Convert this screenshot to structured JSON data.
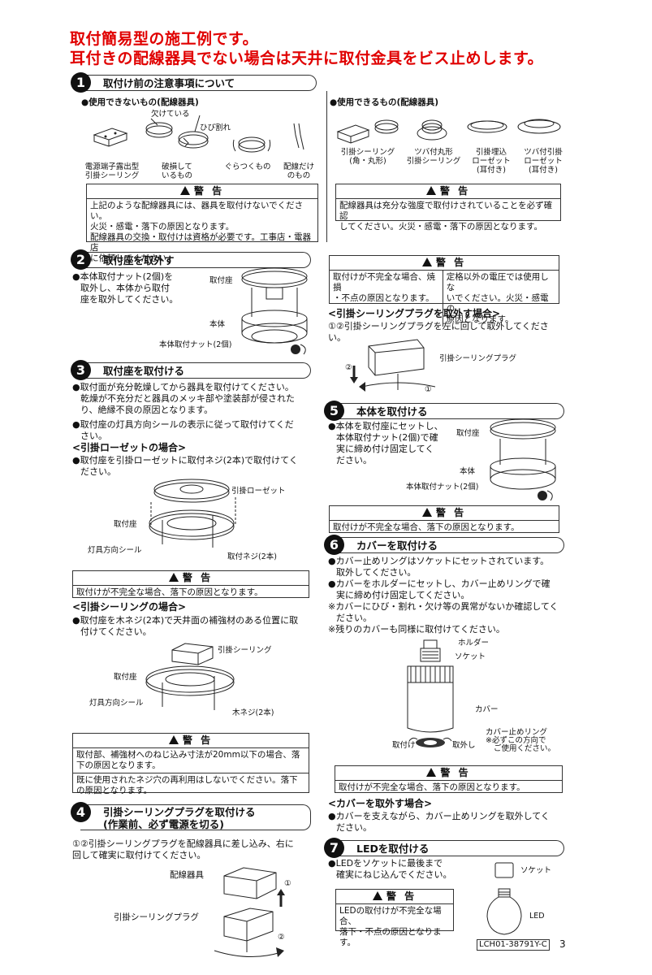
{
  "title": {
    "line1": "取付簡易型の施工例です。",
    "line2": "耳付きの配線器具でない場合は天井に取付金具をビス止めします。"
  },
  "s1": {
    "num": "1",
    "heading": "取付け前の注意事項について",
    "cannot": "●使用できないもの(配線器具)",
    "can": "●使用できるもの(配線器具)",
    "lbl_kake": "欠けている",
    "lbl_hibi": "ひび割れ",
    "cannot_items": [
      [
        "電源端子露出型",
        "引掛シーリング"
      ],
      [
        "破損して",
        "いるもの"
      ],
      [
        "ぐらつくもの"
      ],
      [
        "配線だけ",
        "のもの"
      ]
    ],
    "can_items": [
      [
        "引掛シーリング",
        "(角・丸形)"
      ],
      [
        "ツバ付丸形",
        "引掛シーリング"
      ],
      [
        "引掛埋込",
        "ローゼット",
        "(耳付き)"
      ],
      [
        "ツバ付引掛",
        "ローゼット",
        "(耳付き)"
      ]
    ],
    "warn_title": "警 告",
    "warn_left": [
      "上記のような配線器具には、器具を取付けないでください。",
      "火災・感電・落下の原因となります。",
      "配線器具の交換・取付けは資格が必要です。工事店・電器店",
      "に依頼してください。"
    ],
    "warn_right": [
      "配線器具は充分な強度で取付けされていることを必ず確認",
      "してください。火災・感電・落下の原因となります。"
    ]
  },
  "s2": {
    "num": "2",
    "heading": "取付座を取外す",
    "text": [
      "●本体取付ナット(2個)を",
      "取外し、本体から取付",
      "座を取外してください。"
    ],
    "lbl_za": "取付座",
    "lbl_hontai": "本体",
    "lbl_nut": "本体取付ナット(2個)"
  },
  "warn_r1": {
    "title": "警 告",
    "left": [
      "取付けが不完全な場合、焼損",
      "・不点の原因となります。"
    ],
    "right": [
      "定格以外の電圧では使用しな",
      "いでください。火災・感電の",
      "原因となります。"
    ]
  },
  "plug_remove": {
    "heading": "<引掛シーリングプラグを取外す場合>",
    "text": [
      "①②引掛シーリングプラグを左に回して取外してくださ",
      "い。"
    ],
    "lbl_plug": "引掛シーリングプラグ",
    "m1": "①",
    "m2": "②"
  },
  "s3": {
    "num": "3",
    "heading": "取付座を取付ける",
    "b1": [
      "●取付面が充分乾燥してから器具を取付けてください。",
      "乾燥が不充分だと器具のメッキ部や塗装部が侵された",
      "り、絶縁不良の原因となります。"
    ],
    "b2": [
      "●取付座の灯具方向シールの表示に従って取付けてくだ",
      "さい。"
    ],
    "rosette_head": "<引掛ローゼットの場合>",
    "rosette_text": [
      "●取付座を引掛ローゼットに取付ネジ(2本)で取付けてく",
      "ださい。"
    ],
    "lbl_rosette": "引掛ローゼット",
    "lbl_za": "取付座",
    "lbl_seal": "灯具方向シール",
    "lbl_neji": "取付ネジ(2本)",
    "warn1_title": "警 告",
    "warn1": "取付けが不完全な場合、落下の原因となります。",
    "ceiling_head": "<引掛シーリングの場合>",
    "ceiling_text": [
      "●取付座を木ネジ(2本)で天井面の補強材のある位置に取",
      "付けてください。"
    ],
    "lbl_ceiling": "引掛シーリング",
    "lbl_za2": "取付座",
    "lbl_seal2": "灯具方向シール",
    "lbl_mokuneji": "木ネジ(2本)",
    "warn2_title": "警 告",
    "warn2a": [
      "取付部、補強材へのねじ込み寸法が20mm以下の場合、落",
      "下の原因となります。"
    ],
    "warn2b": [
      "既に使用されたネジ穴の再利用はしないでください。落下",
      "の原因となります。"
    ]
  },
  "s4": {
    "num": "4",
    "heading1": "引掛シーリングプラグを取付ける",
    "heading2": "(作業前、必ず電源を切る)",
    "text": [
      "①②引掛シーリングプラグを配線器具に差し込み、右に",
      "回して確実に取付けてください。"
    ],
    "lbl_kigu": "配線器具",
    "lbl_plug": "引掛シーリングプラグ",
    "m1": "①",
    "m2": "②"
  },
  "s5": {
    "num": "5",
    "heading": "本体を取付ける",
    "text": [
      "●本体を取付座にセットし、",
      "本体取付ナット(2個)で確",
      "実に締め付け固定してく",
      "ださい。"
    ],
    "lbl_za": "取付座",
    "lbl_hontai": "本体",
    "lbl_nut": "本体取付ナット(2個)",
    "warn_title": "警 告",
    "warn": "取付けが不完全な場合、落下の原因となります。"
  },
  "s6": {
    "num": "6",
    "heading": "カバーを取付ける",
    "text": [
      "●カバー止めリングはソケットにセットされています。",
      "取外してください。",
      "●カバーをホルダーにセットし、カバー止めリングで確",
      "実に締め付け固定してください。",
      "※カバーにひび・割れ・欠け等の異常がないか確認してく",
      "ださい。",
      "※残りのカバーも同様に取付けてください。"
    ],
    "lbl_holder": "ホルダー",
    "lbl_socket": "ソケット",
    "lbl_cover": "カバー",
    "lbl_ring": [
      "カバー止めリング",
      "※必ずこの方向で",
      "ご使用ください。"
    ],
    "lbl_tori": "取付け",
    "lbl_hazu": "取外し",
    "warn_title": "警 告",
    "warn": "取付けが不完全な場合、落下の原因となります。",
    "remove_head": "<カバーを取外す場合>",
    "remove_text": [
      "●カバーを支えながら、カバー止めリングを取外してく",
      "ださい。"
    ]
  },
  "s7": {
    "num": "7",
    "heading": "LEDを取付ける",
    "text": [
      "●LEDをソケットに最後まで",
      "確実にねじ込んでください。"
    ],
    "lbl_socket": "ソケット",
    "lbl_led": "LED",
    "warn_title": "警 告",
    "warn": [
      "LEDの取付けが不完全な場合、",
      "落下・不点の原因となります。"
    ]
  },
  "footer": {
    "code": "LCH01-38791Y-C",
    "page": "3"
  }
}
